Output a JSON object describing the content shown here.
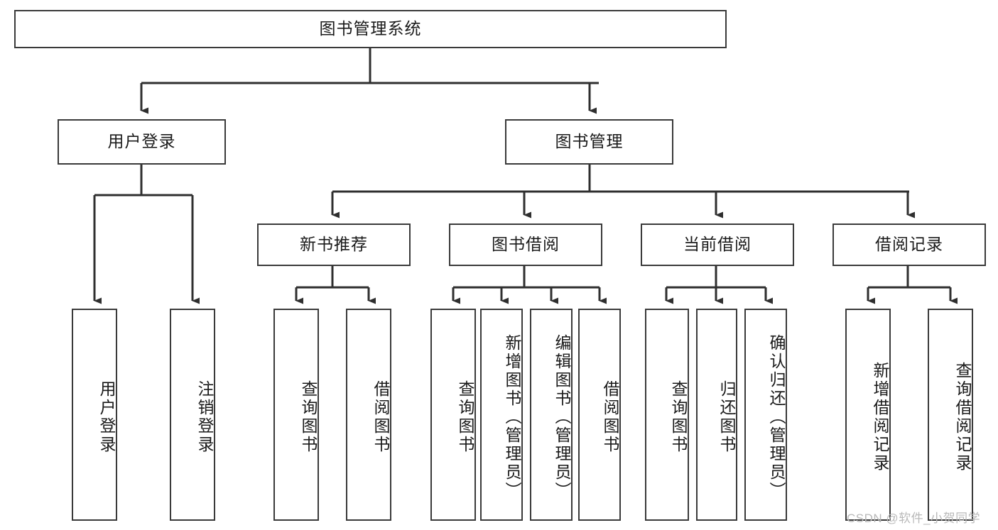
{
  "diagram": {
    "type": "tree-hierarchy",
    "title": "图书管理系统",
    "watermark": "CSDN @软件_小贺同学",
    "colors": {
      "box_border": "#3a3a3a",
      "box_fill": "#ffffff",
      "connector": "#2f2f2f",
      "text": "#1a1a1a",
      "watermark": "#b9b9b9",
      "background": "#ffffff"
    },
    "levels": {
      "root": {
        "label": "图书管理系统"
      },
      "level2": [
        {
          "label": "用户登录"
        },
        {
          "label": "图书管理"
        }
      ],
      "level3": [
        {
          "label": "新书推荐"
        },
        {
          "label": "图书借阅"
        },
        {
          "label": "当前借阅"
        },
        {
          "label": "借阅记录"
        }
      ],
      "leaves": {
        "user_login": [
          {
            "label": "用户登录"
          },
          {
            "label": "注销登录"
          }
        ],
        "new_book_recommend": [
          {
            "label": "查询图书"
          },
          {
            "label": "借阅图书"
          }
        ],
        "book_borrow": [
          {
            "label": "查询图书"
          },
          {
            "label": "新增图书（管理员）"
          },
          {
            "label": "编辑图书（管理员）"
          },
          {
            "label": "借阅图书"
          }
        ],
        "current_borrow": [
          {
            "label": "查询图书"
          },
          {
            "label": "归还图书"
          },
          {
            "label": "确认归还（管理员）"
          }
        ],
        "borrow_record": [
          {
            "label": "新增借阅记录"
          },
          {
            "label": "查询借阅记录"
          }
        ]
      }
    }
  }
}
